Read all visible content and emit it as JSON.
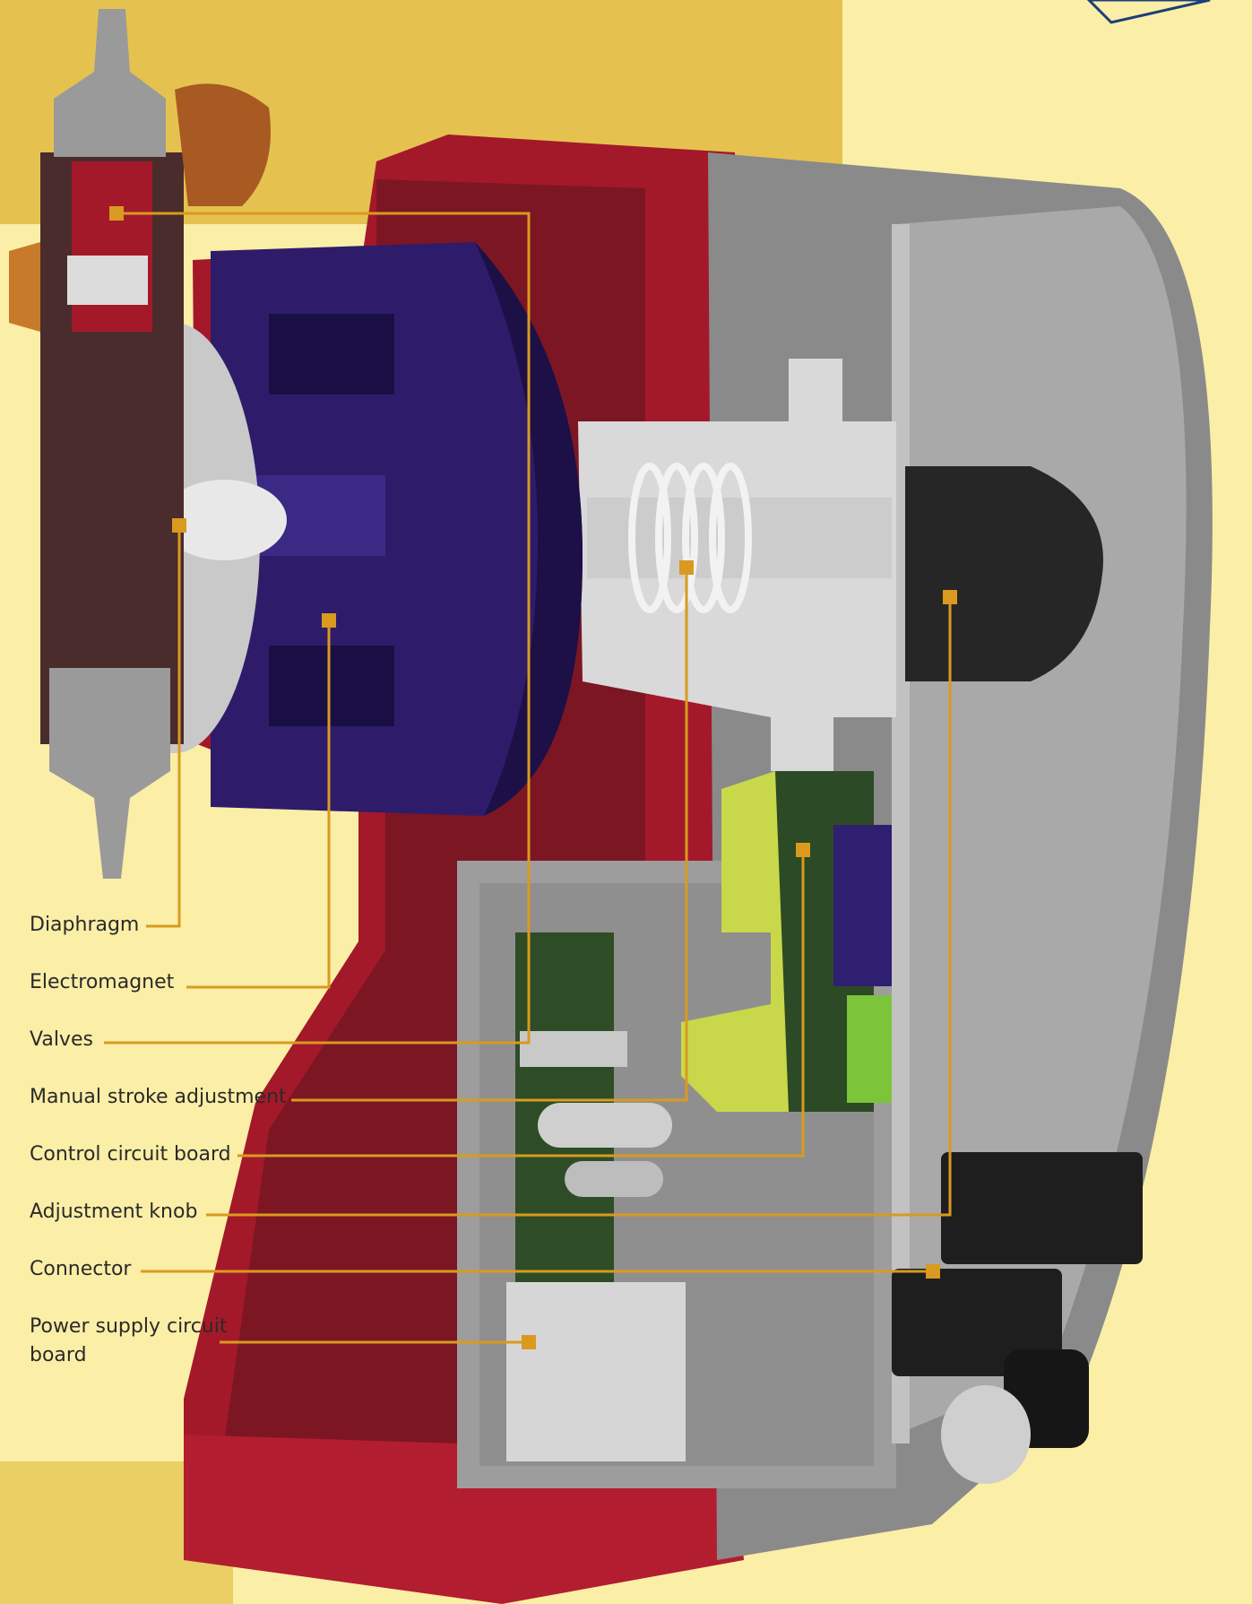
{
  "diagram": {
    "labels": [
      {
        "id": "diaphragm",
        "text": "Diaphragm"
      },
      {
        "id": "electromagnet",
        "text": "Electromagnet"
      },
      {
        "id": "valves",
        "text": "Valves"
      },
      {
        "id": "manual-stroke-adjustment",
        "text": "Manual stroke adjustment"
      },
      {
        "id": "control-circuit-board",
        "text": "Control circuit board"
      },
      {
        "id": "adjustment-knob",
        "text": "Adjustment knob"
      },
      {
        "id": "connector",
        "text": "Connector"
      },
      {
        "id": "power-supply-circuit-board",
        "text": "Power supply circuit\nboard"
      }
    ]
  },
  "colors": {
    "background": "#fbeea6",
    "background_top": "#e5c24f",
    "housing_red": "#a3192a",
    "housing_red_dark": "#6e1420",
    "magnet_purple": "#2e1c6b",
    "metal_grey": "#9a9a9a",
    "metal_light": "#d6d6d6",
    "board_green": "#2e4d26",
    "board_yellow": "#c8d84a",
    "leader_orange": "#d99a1f",
    "knob_black": "#262626"
  }
}
